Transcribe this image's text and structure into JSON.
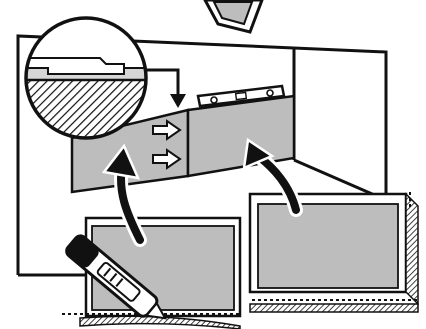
{
  "figure": {
    "style": "instruction-illustration",
    "colors": {
      "ink": "#111111",
      "panel": "#bdbdbd",
      "panel_light": "#d6d6d6",
      "paper": "#ffffff"
    },
    "icons": {
      "detail_callout": "magnifier-circle",
      "arrows": "curved-up-arrow",
      "direction": "right-arrow",
      "tool": "utility-knife",
      "level": "spirit-level"
    }
  }
}
